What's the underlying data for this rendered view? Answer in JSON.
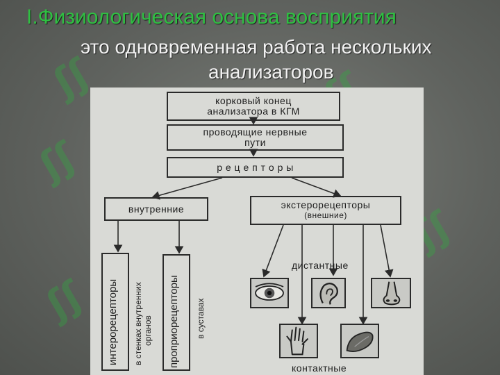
{
  "slide": {
    "title": "I.Физиологическая основа восприятия",
    "subtitle_line1": "это одновременная работа нескольких",
    "subtitle_line2": "анализаторов"
  },
  "diagram": {
    "cortex_line1": "корковый конец",
    "cortex_line2": "анализатора в КГМ",
    "pathways_line1": "проводящие нервные",
    "pathways_line2": "пути",
    "receptors": "р е ц е п т о р ы",
    "internal": "внутренние",
    "external_line1": "экстерорецепторы",
    "external_line2": "(внешние)",
    "interoreceptors": "интерорецепторы",
    "intero_note_line1": "в стенках внутренних",
    "intero_note_line2": "органов",
    "proprioreceptors": "проприорецепторы",
    "proprio_note": "в суставах",
    "distant": "дистантные",
    "contact": "контактные"
  },
  "icons": {
    "eye": "eye-icon",
    "ear": "ear-icon",
    "nose": "nose-icon",
    "hand": "hand-icon",
    "tongue": "tongue-icon"
  },
  "colors": {
    "title": "#2fbf42",
    "subtitle": "#f2f2f2",
    "background": "#5f625e",
    "panel": "#d9dad6"
  }
}
